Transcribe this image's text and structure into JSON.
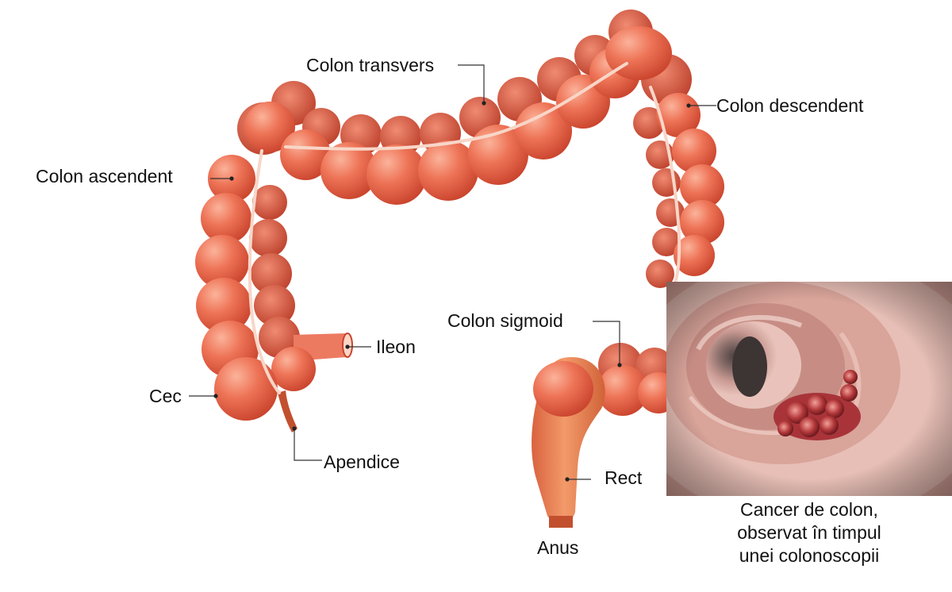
{
  "labels": {
    "colon_transvers": "Colon transvers",
    "colon_descendent": "Colon descendent",
    "colon_ascendent": "Colon ascendent",
    "colon_sigmoid": "Colon sigmoid",
    "ileon": "Ileon",
    "cec": "Cec",
    "apendice": "Apendice",
    "rect": "Rect",
    "anus": "Anus"
  },
  "caption": {
    "line1": "Cancer de colon,",
    "line2": "observat în timpul",
    "line3": "unei colonoscopii"
  },
  "colors": {
    "colon_base": "#e8644a",
    "colon_light": "#f59a80",
    "colon_dark": "#c9432c",
    "taenia": "#f8d6c8",
    "label_line": "#333333"
  }
}
